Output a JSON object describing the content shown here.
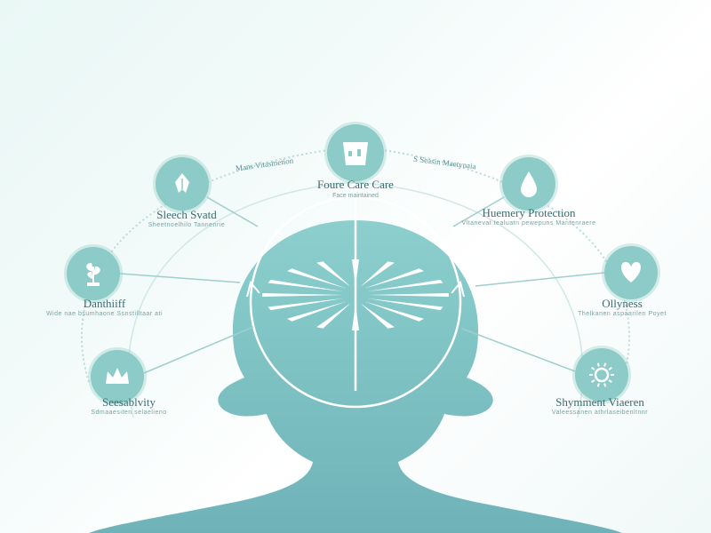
{
  "colors": {
    "accent": "#8ccbc7",
    "silhouette": "#7ec0c1",
    "text": "#3c6b70",
    "line": "#9fcfcc"
  },
  "center": {
    "title": "Foure Care Care",
    "subtitle": "Face maintained",
    "icon": "cup-icon"
  },
  "arc_labels": {
    "left": "Mans Vitasmetion",
    "right": "S Seasin Maetynaia"
  },
  "nodes": [
    {
      "id": "scalp-shield",
      "title": "Sleech Svatd",
      "desc": "Sheetnoelhilo Tannenrie",
      "icon": "leaf-icon"
    },
    {
      "id": "hydration-protection",
      "title": "Huemery Protection",
      "desc": "Vltanevat tealuatn pewepuns Mantenraere",
      "icon": "water-drop-icon"
    },
    {
      "id": "dandruff",
      "title": "Danthiiff",
      "desc": "Wide nae bsumhaone Ssnstilltaar ati",
      "icon": "plant-icon"
    },
    {
      "id": "oilyness",
      "title": "Ollyness",
      "desc": "Thelkanen aspaarilen Poyet",
      "icon": "heart-icon"
    },
    {
      "id": "sensitivity",
      "title": "Seesablvity",
      "desc": "Sdmaaesiten selaelieno",
      "icon": "crown-icon"
    },
    {
      "id": "shimmer-vitamin",
      "title": "Shymment Viaeren",
      "desc": "Valeessanen athrlaseibenltnnr",
      "icon": "sun-icon"
    }
  ]
}
